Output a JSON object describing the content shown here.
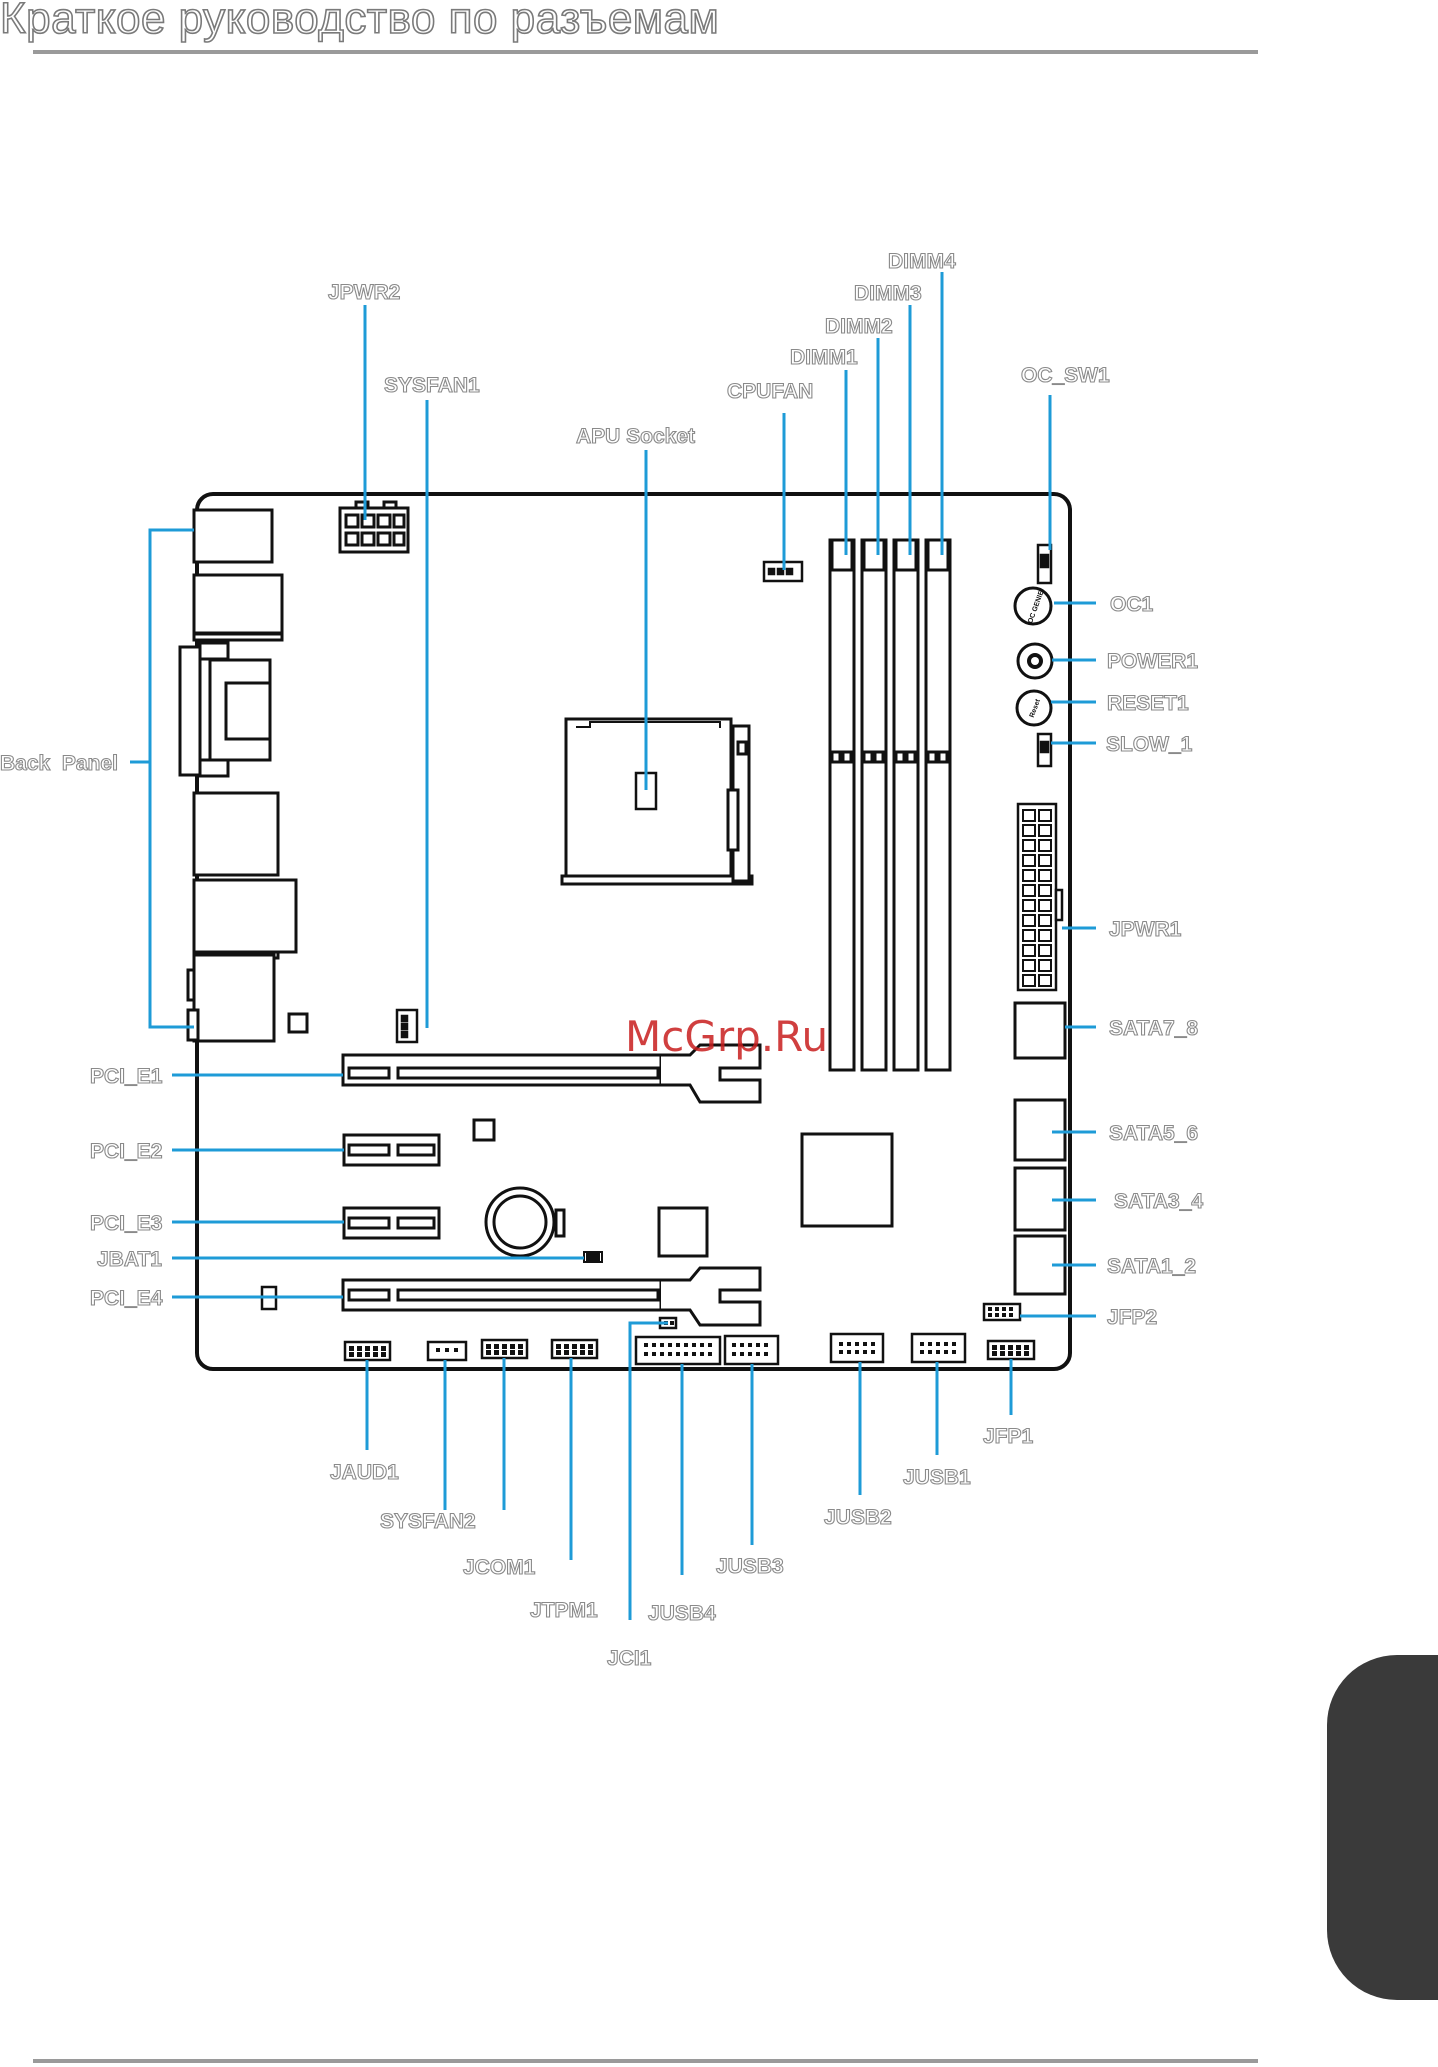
{
  "page": {
    "title": "Краткое руководство по разъемам",
    "watermark": "McGrp.Ru"
  },
  "colors": {
    "leader": "#1e9bd7",
    "board": "#111111",
    "label_outline": "#8a8a8a",
    "side_tab": "#3a3a3a",
    "rule": "#9a9a9a"
  },
  "labels": {
    "jpwr2": "JPWR2",
    "sysfan1": "SYSFAN1",
    "apu_socket": "APU Socket",
    "cpufan": "CPUFAN",
    "dimm1": "DIMM1",
    "dimm2": "DIMM2",
    "dimm3": "DIMM3",
    "dimm4": "DIMM4",
    "oc_sw1": "OC_SW1",
    "oc1": "OC1",
    "power1": "POWER1",
    "reset1": "RESET1",
    "slow_1": "SLOW_1",
    "jpwr1": "JPWR1",
    "sata7_8": "SATA7_8",
    "sata5_6": "SATA5_6",
    "sata3_4": "SATA3_4",
    "sata1_2": "SATA1_2",
    "jfp2": "JFP2",
    "jfp1": "JFP1",
    "jusb1": "JUSB1",
    "jusb2": "JUSB2",
    "jusb3": "JUSB3",
    "jusb4": "JUSB4",
    "jci1": "JCI1",
    "jtpm1": "JTPM1",
    "jcom1": "JCOM1",
    "sysfan2": "SYSFAN2",
    "jaud1": "JAUD1",
    "back_panel": "Back  Panel",
    "pci_e1": "PCI_E1",
    "pci_e2": "PCI_E2",
    "pci_e3": "PCI_E3",
    "jbat1": "JBAT1",
    "pci_e4": "PCI_E4"
  },
  "button_marks": {
    "oc_genie": "OC GENIE",
    "reset": "Reset"
  }
}
